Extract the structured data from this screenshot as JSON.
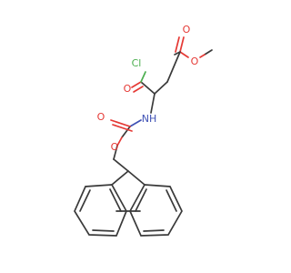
{
  "molecule": {
    "atoms": {
      "chlorine": {
        "label": "Cl",
        "color": "#4caf50"
      },
      "acyl_oxygen": {
        "label": "O",
        "color": "#e53935"
      },
      "ester_carbonyl_oxygen": {
        "label": "O",
        "color": "#e53935"
      },
      "ester_oxygen": {
        "label": "O",
        "color": "#e53935"
      },
      "nitrogen": {
        "label": "NH",
        "color": "#3f51b5"
      },
      "carbamate_carbonyl_oxygen": {
        "label": "O",
        "color": "#e53935"
      },
      "carbamate_oxygen": {
        "label": "O",
        "color": "#e53935"
      }
    },
    "bond_color": "#3a3a3a"
  }
}
